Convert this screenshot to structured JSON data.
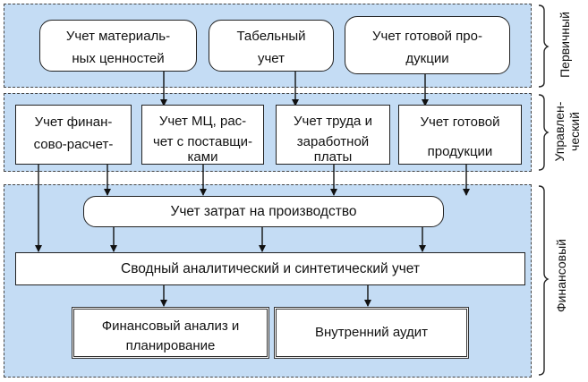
{
  "levels": {
    "primary": {
      "label": "Первичный"
    },
    "management": {
      "label_line1": "Управлен-",
      "label_line2": "ческий"
    },
    "financial": {
      "label": "Финансовый"
    }
  },
  "primary_boxes": [
    {
      "line1": "Учет материаль-",
      "line2": "ных ценностей"
    },
    {
      "line1": "Табельный",
      "line2": "учет"
    },
    {
      "line1": "Учет готовой про-",
      "line2": "дукции"
    }
  ],
  "management_boxes": [
    {
      "line1": "Учет финан-",
      "line2": "сово-расчет-"
    },
    {
      "line1": "Учет МЦ, рас-",
      "line2": "чет с поставщи-",
      "line3": "ками"
    },
    {
      "line1": "Учет труда и",
      "line2": "заработной",
      "line3": "платы"
    },
    {
      "line1": "Учет готовой",
      "line2": "продукции"
    }
  ],
  "financial": {
    "cost_accounting": "Учет затрат на производство",
    "consolidated": "Сводный аналитический и синтетический учет",
    "analysis_line1": "Финансовый анализ и",
    "analysis_line2": "планирование",
    "audit": "Внутренний аудит"
  }
}
